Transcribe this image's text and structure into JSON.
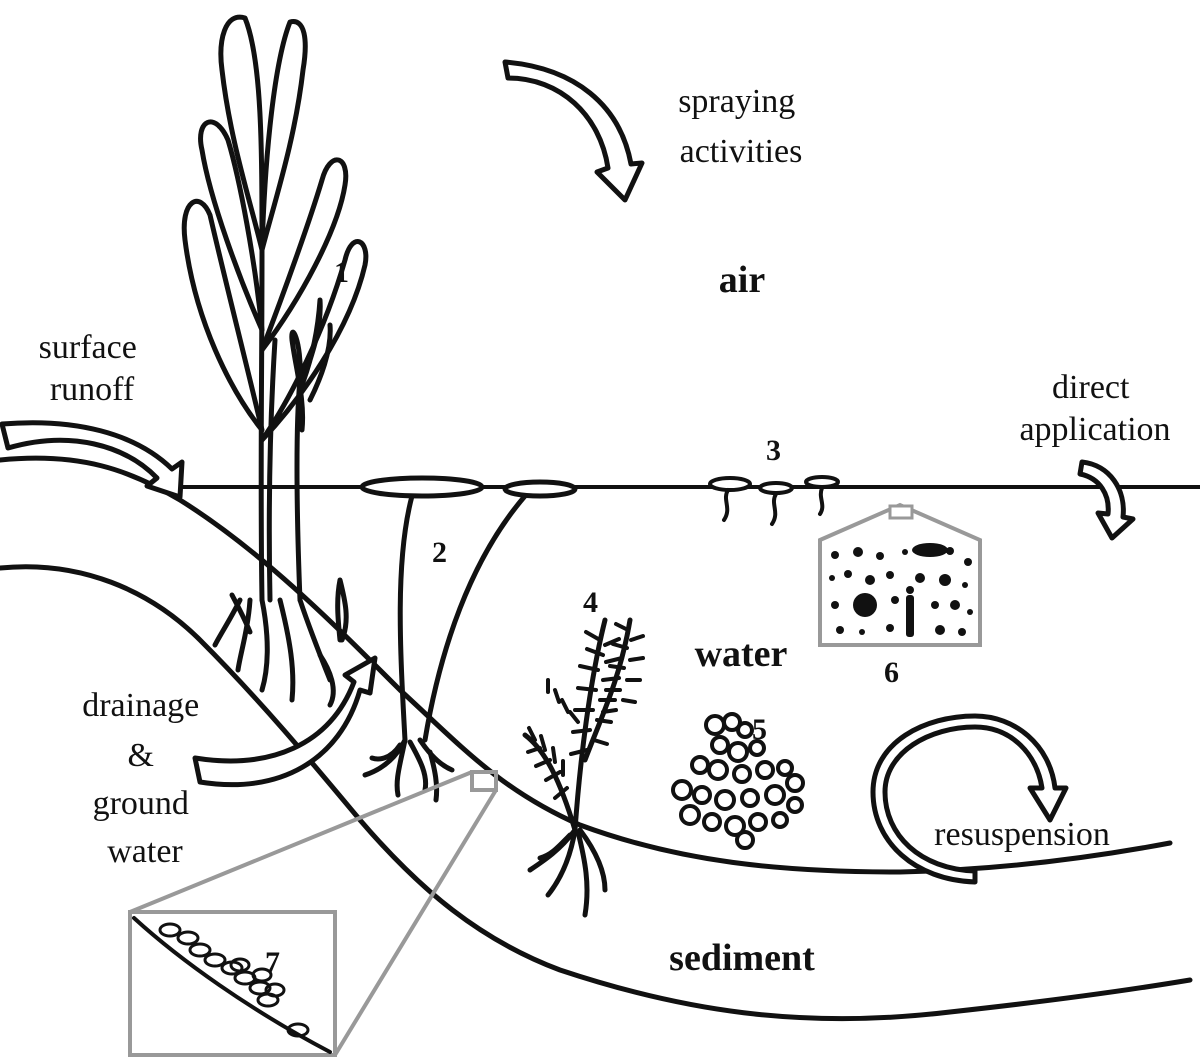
{
  "labels": {
    "spraying_line1": "spraying",
    "spraying_line2": "activities",
    "air": "air",
    "surface_line1": "surface",
    "surface_line2": "runoff",
    "direct_line1": "direct",
    "direct_line2": "application",
    "water": "water",
    "drainage_line1": "drainage",
    "drainage_line2": "&",
    "drainage_line3": "ground",
    "drainage_line4": "water",
    "resuspension": "resuspension",
    "sediment": "sediment"
  },
  "numbers": {
    "n1": "1",
    "n2": "2",
    "n3": "3",
    "n4": "4",
    "n5": "5",
    "n6": "6",
    "n7": "7"
  },
  "colors": {
    "ink": "#111111",
    "inset_frame": "#999999",
    "background": "#ffffff"
  }
}
